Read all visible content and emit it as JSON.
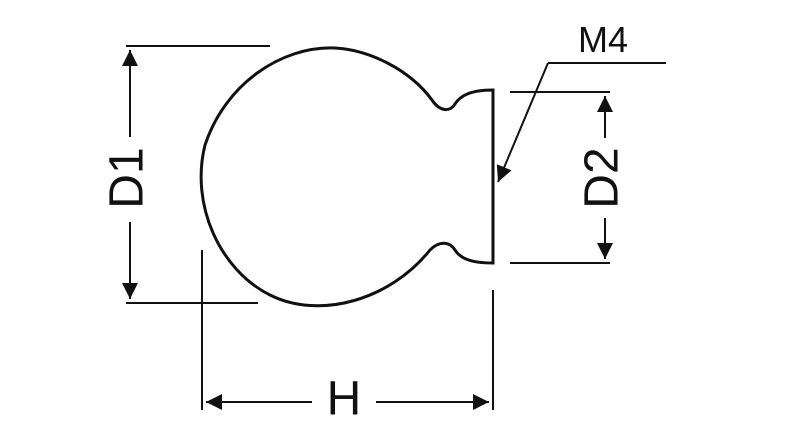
{
  "diagram": {
    "labels": {
      "thread": "M4",
      "diameter_1": "D1",
      "diameter_2": "D2",
      "height": "H"
    },
    "colors": {
      "stroke": "#111111",
      "background": "#ffffff"
    }
  }
}
